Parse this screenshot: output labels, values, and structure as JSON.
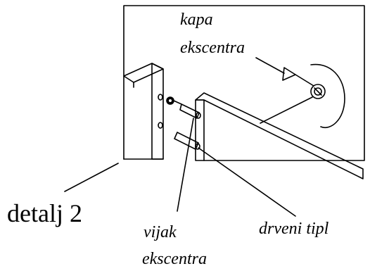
{
  "labels": {
    "kapa_line1": "kapa",
    "kapa_line2": "ekscentra",
    "detalj": "detalj 2",
    "vijak_line1": "vijak",
    "vijak_line2": "ekscentra",
    "drveni_tipl": "drveni tipl"
  },
  "colors": {
    "line": "#000000",
    "background": "#ffffff"
  }
}
